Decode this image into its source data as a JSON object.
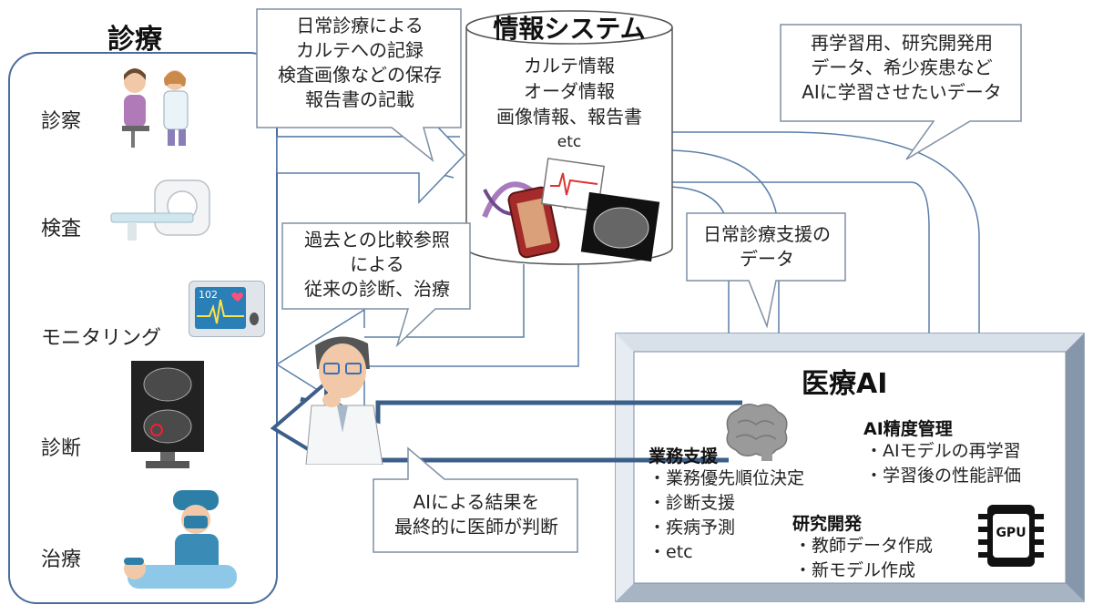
{
  "clinical": {
    "title": "診療",
    "steps": [
      "診察",
      "検査",
      "モニタリング",
      "診断",
      "治療"
    ]
  },
  "info_system": {
    "title": "情報システム",
    "lines": [
      "カルテ情報",
      "オーダ情報",
      "画像情報、報告書",
      "etc"
    ]
  },
  "callouts": {
    "records": [
      "日常診療による",
      "カルテへの記録",
      "検査画像などの保存",
      "報告書の記載"
    ],
    "comparison": [
      "過去との比較参照",
      "による",
      "従来の診断、治療"
    ],
    "relearn": [
      "再学習用、研究開発用",
      "データ、希少疾患など",
      "AIに学習させたいデータ"
    ],
    "daily_support": [
      "日常診療支援の",
      "データ"
    ],
    "ai_result": [
      "AIによる結果を",
      "最終的に医師が判断"
    ]
  },
  "medical_ai": {
    "title": "医療AI",
    "business": {
      "heading": "業務支援",
      "items": [
        "・業務優先順位決定",
        "・診断支援",
        "・疾病予測",
        "・etc"
      ]
    },
    "accuracy": {
      "heading": "AI精度管理",
      "items": [
        "・AIモデルの再学習",
        "・学習後の性能評価"
      ]
    },
    "research": {
      "heading": "研究開発",
      "items": [
        "・教師データ作成",
        "・新モデル作成"
      ]
    },
    "chip_label": "GPU"
  },
  "monitor": {
    "value": "102"
  },
  "colors": {
    "arrow": "#4a6d9c",
    "line": "#5a7fa8",
    "text": "#222222"
  }
}
